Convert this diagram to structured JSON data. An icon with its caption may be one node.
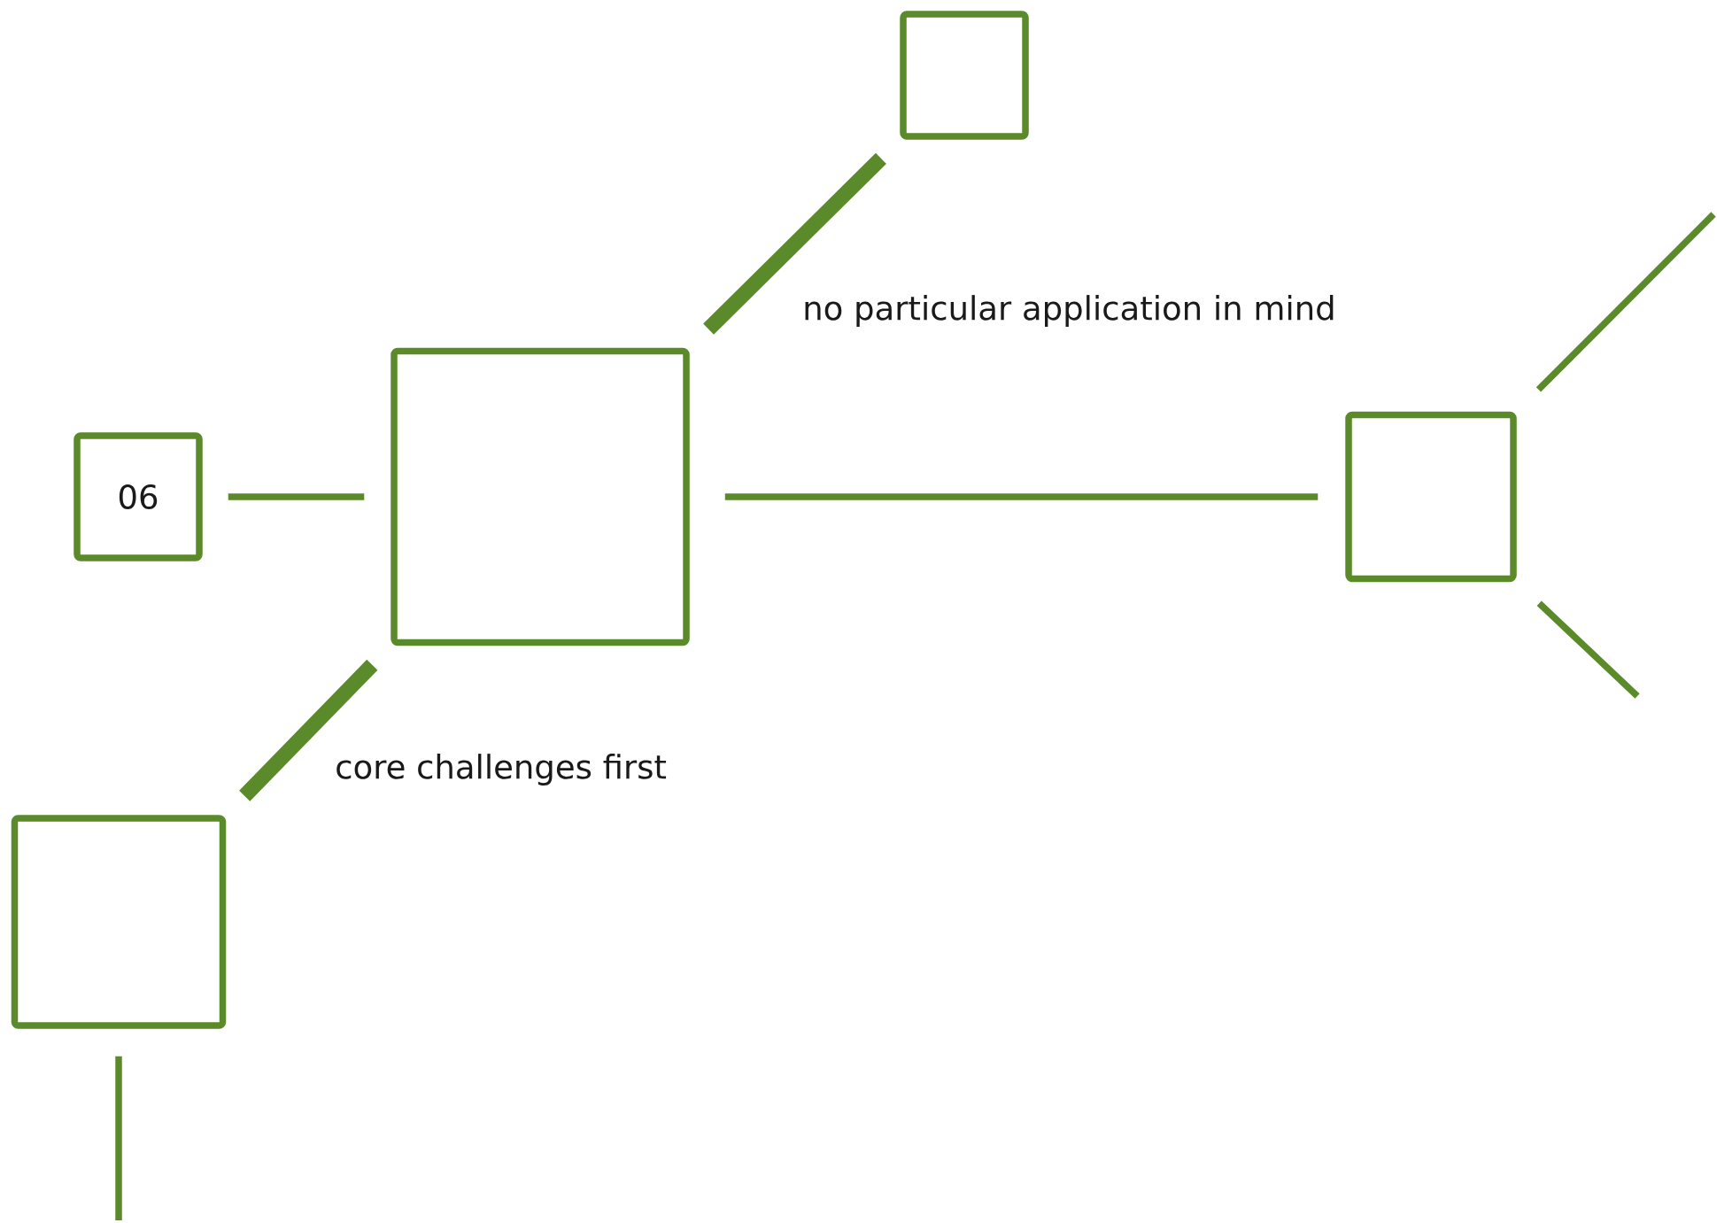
{
  "diagram": {
    "nodes": [
      {
        "text": [
          "06"
        ]
      },
      {
        "text": [],
        "shape": "box"
      },
      {
        "text": [],
        "shape": "box"
      },
      {
        "text": [],
        "shape": "box"
      },
      {
        "text": [],
        "shape": "box"
      }
    ],
    "edges": [
      {
        "from": 0,
        "to": 1,
        "arrow": "none"
      },
      {
        "from": 1,
        "to": 2,
        "arrow": "none",
        "style": "thick",
        "label": "no particular application in mind"
      },
      {
        "from": 1,
        "to": 3,
        "arrow": "none"
      },
      {
        "from": 1,
        "to": 4,
        "arrow": "none",
        "style": "thick",
        "label": "core challenges first"
      },
      {
        "from": 3,
        "to": null,
        "arrow": "none"
      },
      {
        "from": 3,
        "to": null,
        "arrow": "none"
      },
      {
        "from": 4,
        "to": null,
        "arrow": "none"
      }
    ]
  }
}
